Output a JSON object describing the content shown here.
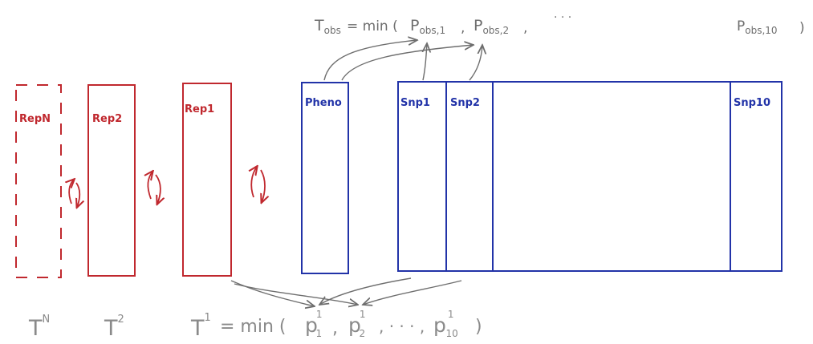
{
  "colors": {
    "replicate": "#c0282e",
    "observed": "#2233a8",
    "annotation": "#6e6e6e",
    "background": "#ffffff"
  },
  "replicates": [
    {
      "label": "RepN",
      "style": "dashed"
    },
    {
      "label": "Rep2",
      "style": "solid"
    },
    {
      "label": "Rep1",
      "style": "solid"
    }
  ],
  "observed": {
    "pheno_label": "Pheno",
    "snp_labels": [
      "Snp1",
      "Snp2",
      "Snp10"
    ]
  },
  "top_formula": {
    "lhs": "T",
    "lhs_sub": "obs",
    "eq": "= min (",
    "p1": "P",
    "p1_sub": "obs,1",
    "comma1": ",",
    "p2": "P",
    "p2_sub": "obs,2",
    "comma2": ",",
    "dots": "· · ·",
    "p10": "P",
    "p10_sub": "obs,10",
    "close": ")"
  },
  "bottom": {
    "tn": "T",
    "tn_sup": "N",
    "t2": "T",
    "t2_sup": "2",
    "t1": "T",
    "t1_sup": "1",
    "eq": "= min (",
    "p1": "p",
    "p1_sup": "1",
    "p1_sub": "1",
    "comma1": ",",
    "p2": "p",
    "p2_sup": "1",
    "p2_sub": "2",
    "mid": ", · · · ,",
    "p10": "p",
    "p10_sup": "1",
    "p10_sub": "10",
    "close": ")"
  }
}
